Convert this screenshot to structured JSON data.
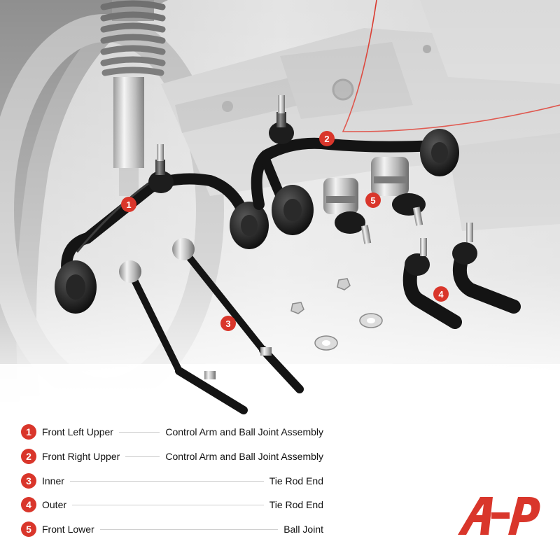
{
  "theme": {
    "accent": "#d9362b",
    "metal": "#1b1b1b",
    "background_tint": "#e7e7e7"
  },
  "callouts": [
    "1",
    "2",
    "3",
    "4",
    "5"
  ],
  "legend": [
    {
      "num": "1",
      "part": "Front Left Upper",
      "desc": "Control Arm and Ball Joint Assembly"
    },
    {
      "num": "2",
      "part": "Front Right Upper",
      "desc": "Control Arm and Ball Joint Assembly"
    },
    {
      "num": "3",
      "part": "Inner",
      "desc": "Tie Rod End"
    },
    {
      "num": "4",
      "part": "Outer",
      "desc": "Tie Rod End"
    },
    {
      "num": "5",
      "part": "Front Lower",
      "desc": "Ball Joint"
    }
  ],
  "brand_logo": {
    "icon": "a-premium-logo-icon"
  }
}
